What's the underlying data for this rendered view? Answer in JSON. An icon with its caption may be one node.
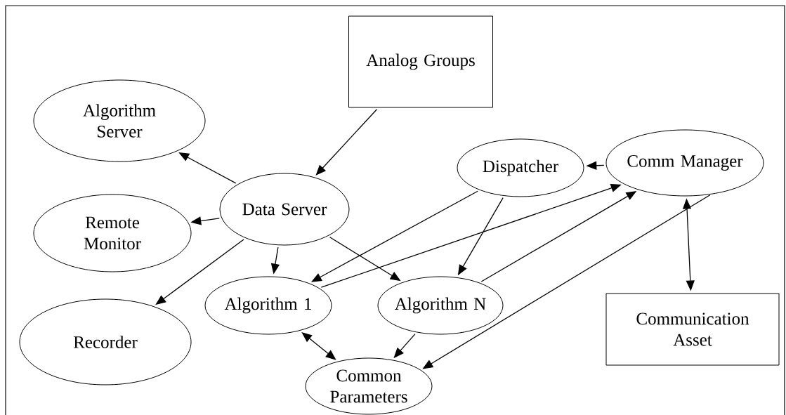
{
  "diagram": {
    "nodes": [
      {
        "text": [
          "Analog Groups"
        ]
      },
      {
        "text": [
          "Algorithm Server"
        ]
      },
      {
        "text": [
          "Remote Monitor"
        ]
      },
      {
        "text": [
          "Data Server"
        ]
      },
      {
        "text": [
          "Dispatcher"
        ]
      },
      {
        "text": [
          "Comm Manager"
        ]
      },
      {
        "text": [
          "Algorithm 1"
        ]
      },
      {
        "text": [
          "Algorithm N"
        ]
      },
      {
        "text": [
          "Recorder"
        ]
      },
      {
        "text": [
          "Communication Asset"
        ]
      },
      {
        "text": [
          "Common Parameters"
        ]
      }
    ],
    "edges": [
      {
        "from": 0,
        "to": 3,
        "arrow": "to"
      },
      {
        "from": 3,
        "to": 1,
        "arrow": "to"
      },
      {
        "from": 3,
        "to": 2,
        "arrow": "to"
      },
      {
        "from": 3,
        "to": 8,
        "arrow": "to"
      },
      {
        "from": 3,
        "to": 6,
        "arrow": "to"
      },
      {
        "from": 3,
        "to": 7,
        "arrow": "to"
      },
      {
        "from": 4,
        "to": 6,
        "arrow": "to"
      },
      {
        "from": 4,
        "to": 7,
        "arrow": "to"
      },
      {
        "from": 5,
        "to": 4,
        "arrow": "to"
      },
      {
        "from": 6,
        "to": 5,
        "arrow": "to"
      },
      {
        "from": 7,
        "to": 5,
        "arrow": "to"
      },
      {
        "from": 5,
        "to": 10,
        "arrow": "to"
      },
      {
        "from": 5,
        "to": 9,
        "arrow": "both"
      },
      {
        "from": 6,
        "to": 10,
        "arrow": "both"
      },
      {
        "from": 7,
        "to": 10,
        "arrow": "to"
      }
    ]
  }
}
